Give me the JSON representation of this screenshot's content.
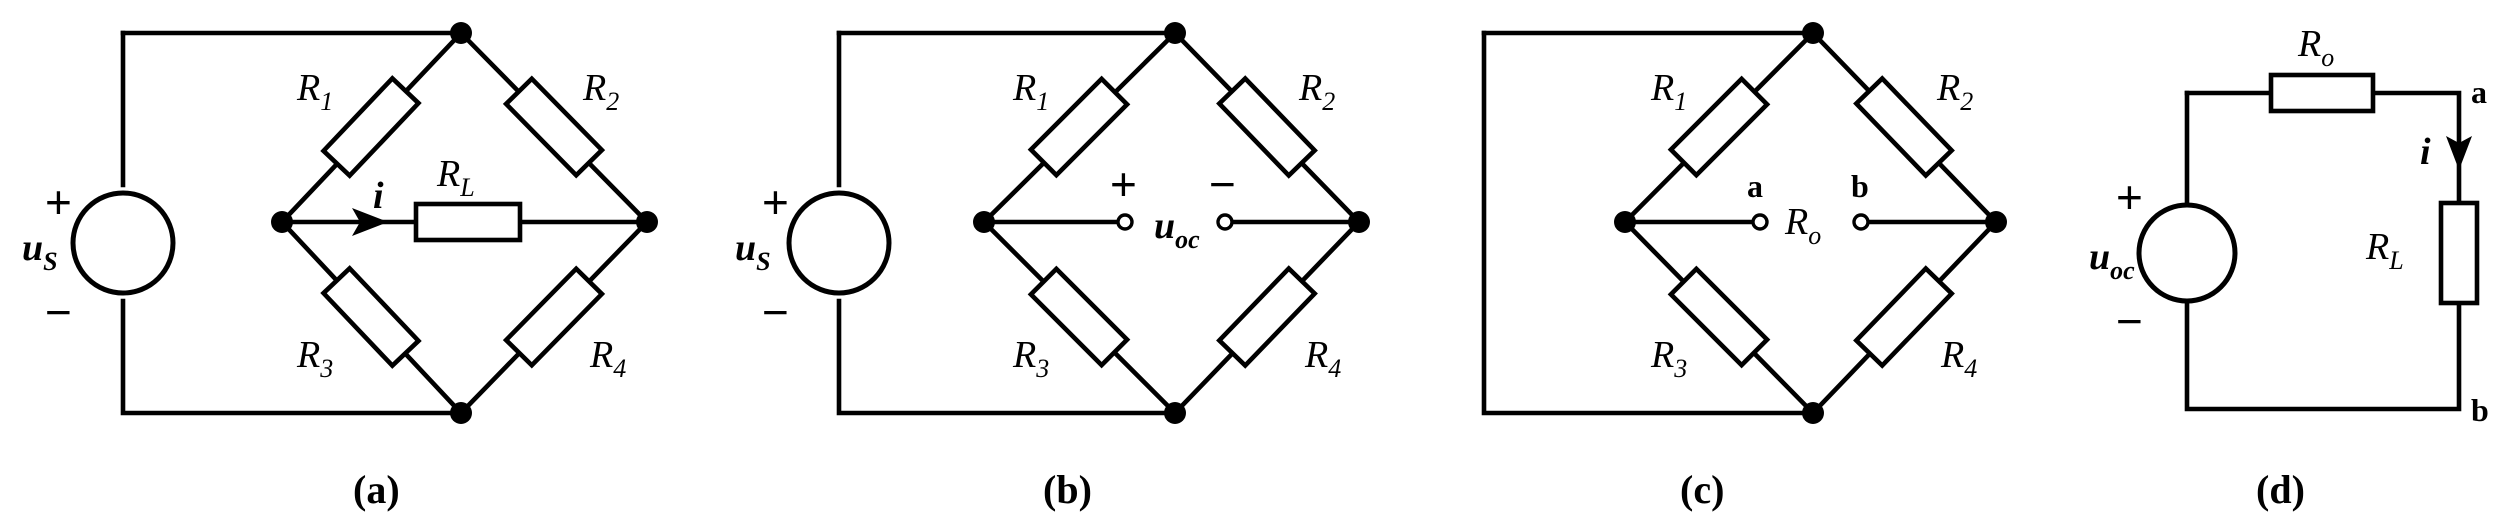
{
  "panels": [
    {
      "caption": "(a)",
      "source_symbol": "u",
      "source_sub": "S",
      "plus": "+",
      "minus": "−",
      "resistors": {
        "r1": {
          "sym": "R",
          "sub": "1"
        },
        "r2": {
          "sym": "R",
          "sub": "2"
        },
        "r3": {
          "sym": "R",
          "sub": "3"
        },
        "r4": {
          "sym": "R",
          "sub": "4"
        },
        "rl": {
          "sym": "R",
          "sub": "L"
        }
      },
      "current": "i"
    },
    {
      "caption": "(b)",
      "source_symbol": "u",
      "source_sub": "S",
      "plus": "+",
      "minus": "−",
      "resistors": {
        "r1": {
          "sym": "R",
          "sub": "1"
        },
        "r2": {
          "sym": "R",
          "sub": "2"
        },
        "r3": {
          "sym": "R",
          "sub": "3"
        },
        "r4": {
          "sym": "R",
          "sub": "4"
        }
      },
      "voltage": {
        "sym": "u",
        "sub": "oc"
      }
    },
    {
      "caption": "(c)",
      "resistors": {
        "r1": {
          "sym": "R",
          "sub": "1"
        },
        "r2": {
          "sym": "R",
          "sub": "2"
        },
        "r3": {
          "sym": "R",
          "sub": "3"
        },
        "r4": {
          "sym": "R",
          "sub": "4"
        }
      },
      "terminal_a": "a",
      "terminal_b": "b",
      "resistance": {
        "sym": "R",
        "sub": "o"
      }
    },
    {
      "caption": "(d)",
      "plus": "+",
      "minus": "−",
      "source": {
        "sym": "u",
        "sub": "oc"
      },
      "ro": {
        "sym": "R",
        "sub": "o"
      },
      "rl": {
        "sym": "R",
        "sub": "L"
      },
      "current": "i",
      "terminal_a": "a",
      "terminal_b": "b"
    }
  ]
}
